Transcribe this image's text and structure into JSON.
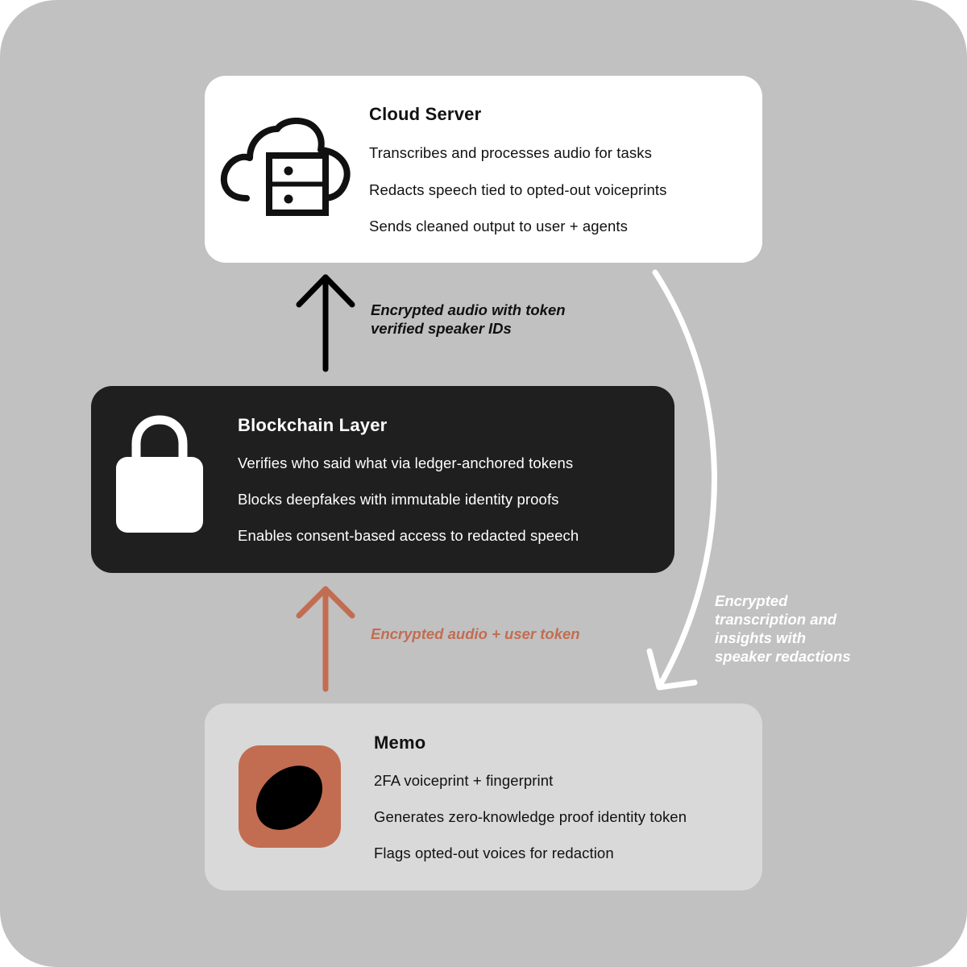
{
  "colors": {
    "background": "#c1c1c1",
    "cloud_card": "#ffffff",
    "blockchain_card": "#201f20",
    "memo_card": "#d9d9d9",
    "accent": "#c26d52"
  },
  "cloud_server": {
    "icon": "cloud-server-icon",
    "title": "Cloud Server",
    "lines": [
      "Transcribes and processes audio for tasks",
      "Redacts speech tied to opted-out voiceprints",
      "Sends cleaned output to user + agents"
    ]
  },
  "blockchain_layer": {
    "icon": "lock-icon",
    "title": "Blockchain Layer",
    "lines": [
      "Verifies who said what via ledger-anchored tokens",
      "Blocks deepfakes with immutable identity proofs",
      "Enables consent-based access to redacted speech"
    ]
  },
  "memo": {
    "icon": "memo-app-icon",
    "title": "Memo",
    "lines": [
      "2FA voiceprint + fingerprint",
      "Generates zero-knowledge proof identity token",
      "Flags opted-out voices for redaction"
    ]
  },
  "flows": {
    "blockchain_to_cloud": [
      "Encrypted audio with token",
      "verified speaker IDs"
    ],
    "memo_to_blockchain": "Encrypted audio + user token",
    "cloud_to_memo": [
      "Encrypted",
      "transcription and",
      "insights with",
      "speaker redactions"
    ]
  }
}
